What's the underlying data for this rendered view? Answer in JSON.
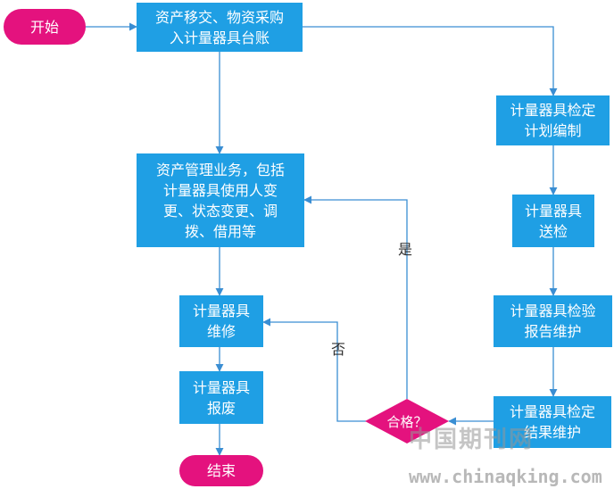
{
  "colors": {
    "process": "#1f9fe4",
    "terminal": "#e4127e",
    "edge": "#3a8ed3"
  },
  "nodes": {
    "start": "开始",
    "asset_entry": "资产移交、物资采购\n入计量器具台账",
    "asset_mgmt": "资产管理业务，包括\n计量器具使用人变\n更、状态变更、调\n拨、借用等",
    "repair": "计量器具\n维修",
    "scrap": "计量器具\n报废",
    "end": "结束",
    "plan": "计量器具检定\n计划编制",
    "send": "计量器具\n送检",
    "report": "计量器具检验\n报告维护",
    "result": "计量器具检定\n结果维护",
    "decision": "合格？"
  },
  "edge_labels": {
    "yes": "是",
    "no": "否"
  },
  "watermark": {
    "cn": "中国期刊网",
    "url": "www.chinaqking.com"
  }
}
